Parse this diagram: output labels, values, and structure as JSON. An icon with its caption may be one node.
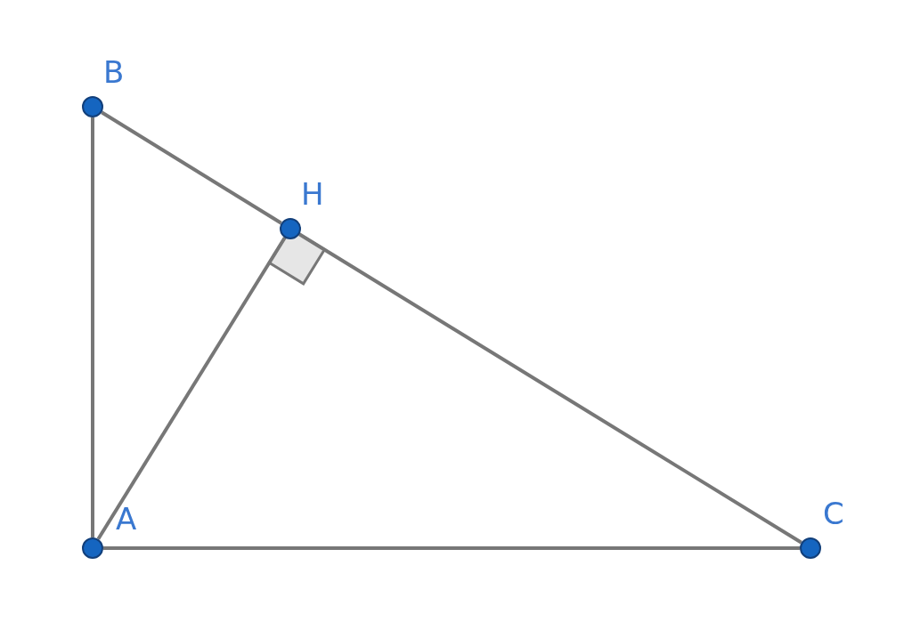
{
  "diagram": {
    "nodes": [
      {
        "text": [
          "B"
        ]
      },
      {
        "text": [
          "H"
        ]
      },
      {
        "text": [
          "A"
        ]
      },
      {
        "text": [
          "C"
        ]
      }
    ],
    "edges": [
      {
        "from": 2,
        "to": 0,
        "arrow": "none"
      },
      {
        "from": 0,
        "to": 1,
        "arrow": "none"
      },
      {
        "from": 1,
        "to": 3,
        "arrow": "none"
      },
      {
        "from": 2,
        "to": 3,
        "arrow": "none"
      },
      {
        "from": 2,
        "to": 1,
        "arrow": "none"
      }
    ]
  }
}
